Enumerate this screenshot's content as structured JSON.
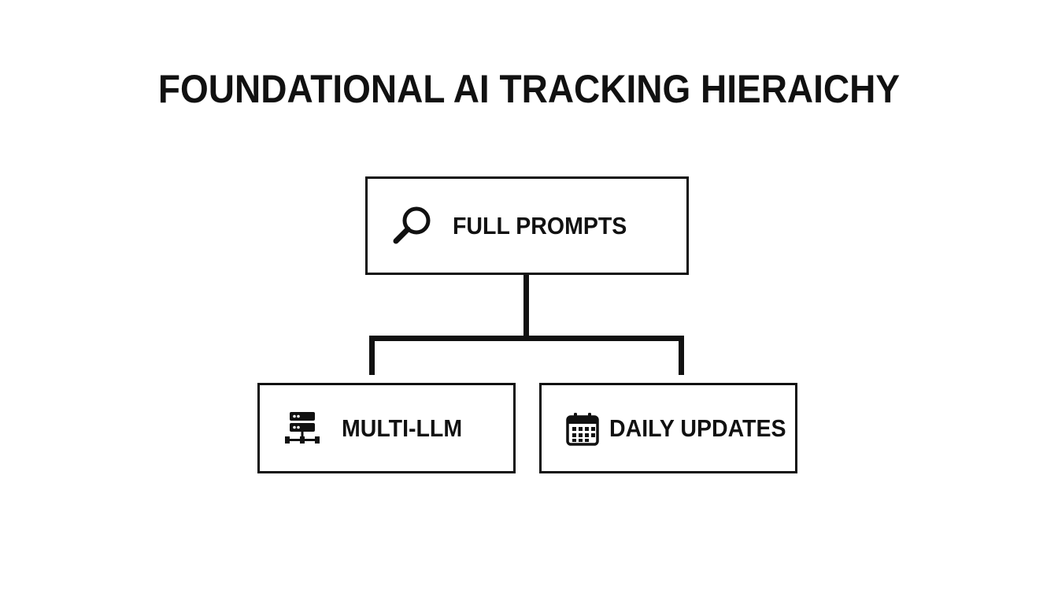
{
  "title": "FOUNDATIONAL AI TRACKING HIERAICHY",
  "root": {
    "label": "FULL PROMPTS",
    "icon": "magnifying-glass-icon"
  },
  "children": [
    {
      "label": "MULTI-LLM",
      "icon": "server-network-icon"
    },
    {
      "label": "DAILY UPDATES",
      "icon": "calendar-icon"
    }
  ],
  "colors": {
    "background": "#ffffff",
    "stroke": "#111111",
    "text": "#111111"
  }
}
